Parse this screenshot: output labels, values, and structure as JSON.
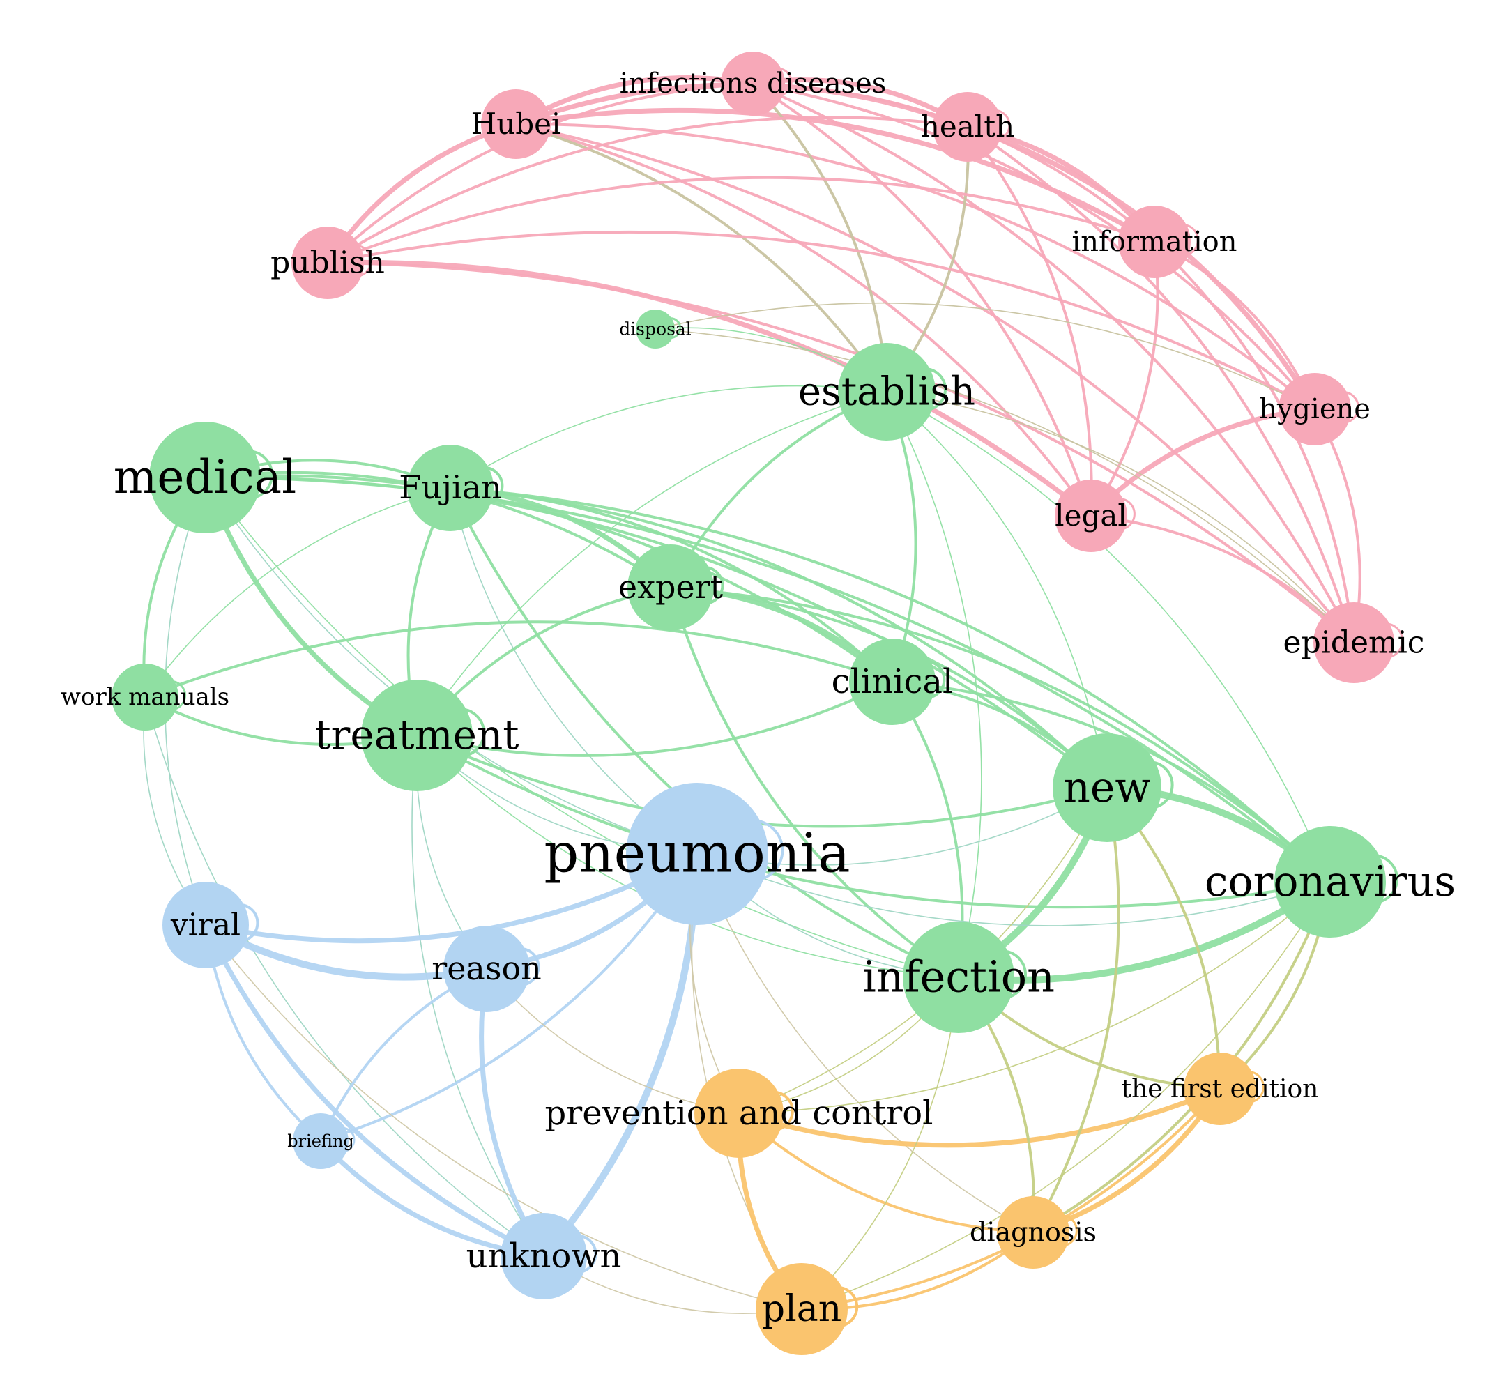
{
  "colors": {
    "pink": "#f7a8b8",
    "green": "#8fdfa2",
    "blue": "#b2d4f2",
    "orange": "#fac46e",
    "pink_green": "#c8c3a0",
    "green_blue": "#9fd6c4",
    "green_orange": "#c4cf84",
    "blue_orange": "#d0c8a8"
  },
  "nodes": [
    {
      "id": "infections-diseases",
      "label": "infections diseases",
      "group": "pink"
    },
    {
      "id": "hubei",
      "label": "Hubei",
      "group": "pink"
    },
    {
      "id": "health",
      "label": "health",
      "group": "pink"
    },
    {
      "id": "publish",
      "label": "publish",
      "group": "pink"
    },
    {
      "id": "information",
      "label": "information",
      "group": "pink"
    },
    {
      "id": "hygiene",
      "label": "hygiene",
      "group": "pink"
    },
    {
      "id": "legal",
      "label": "legal",
      "group": "pink"
    },
    {
      "id": "epidemic",
      "label": "epidemic",
      "group": "pink"
    },
    {
      "id": "disposal",
      "label": "disposal",
      "group": "green"
    },
    {
      "id": "establish",
      "label": "establish",
      "group": "green"
    },
    {
      "id": "medical",
      "label": "medical",
      "group": "green"
    },
    {
      "id": "fujian",
      "label": "Fujian",
      "group": "green"
    },
    {
      "id": "expert",
      "label": "expert",
      "group": "green"
    },
    {
      "id": "clinical",
      "label": "clinical",
      "group": "green"
    },
    {
      "id": "work-manuals",
      "label": "work manuals",
      "group": "green"
    },
    {
      "id": "treatment",
      "label": "treatment",
      "group": "green"
    },
    {
      "id": "new",
      "label": "new",
      "group": "green"
    },
    {
      "id": "coronavirus",
      "label": "coronavirus",
      "group": "green"
    },
    {
      "id": "infection",
      "label": "infection",
      "group": "green"
    },
    {
      "id": "pneumonia",
      "label": "pneumonia",
      "group": "blue"
    },
    {
      "id": "viral",
      "label": "viral",
      "group": "blue"
    },
    {
      "id": "reason",
      "label": "reason",
      "group": "blue"
    },
    {
      "id": "briefing",
      "label": "briefing",
      "group": "blue"
    },
    {
      "id": "unknown",
      "label": "unknown",
      "group": "blue"
    },
    {
      "id": "prevention-and-control",
      "label": "prevention and control",
      "group": "orange"
    },
    {
      "id": "the-first-edition",
      "label": "the first edition",
      "group": "orange"
    },
    {
      "id": "diagnosis",
      "label": "diagnosis",
      "group": "orange"
    },
    {
      "id": "plan",
      "label": "plan",
      "group": "orange"
    }
  ],
  "edges": [
    [
      "hubei",
      "infections-diseases",
      3
    ],
    [
      "hubei",
      "health",
      3
    ],
    [
      "hubei",
      "information",
      3
    ],
    [
      "hubei",
      "publish",
      3
    ],
    [
      "hubei",
      "hygiene",
      2
    ],
    [
      "hubei",
      "legal",
      2
    ],
    [
      "hubei",
      "epidemic",
      2
    ],
    [
      "hubei",
      "establish",
      2
    ],
    [
      "infections-diseases",
      "health",
      3
    ],
    [
      "infections-diseases",
      "information",
      2
    ],
    [
      "infections-diseases",
      "hygiene",
      2
    ],
    [
      "infections-diseases",
      "legal",
      2
    ],
    [
      "infections-diseases",
      "epidemic",
      2
    ],
    [
      "infections-diseases",
      "publish",
      2
    ],
    [
      "infections-diseases",
      "establish",
      2
    ],
    [
      "health",
      "information",
      3
    ],
    [
      "health",
      "hygiene",
      3
    ],
    [
      "health",
      "legal",
      2
    ],
    [
      "health",
      "epidemic",
      2
    ],
    [
      "health",
      "publish",
      2
    ],
    [
      "health",
      "establish",
      2
    ],
    [
      "publish",
      "information",
      2
    ],
    [
      "publish",
      "hygiene",
      2
    ],
    [
      "publish",
      "legal",
      3
    ],
    [
      "publish",
      "epidemic",
      2
    ],
    [
      "information",
      "hygiene",
      2
    ],
    [
      "information",
      "legal",
      2
    ],
    [
      "information",
      "epidemic",
      2
    ],
    [
      "hygiene",
      "legal",
      3
    ],
    [
      "hygiene",
      "epidemic",
      2
    ],
    [
      "legal",
      "epidemic",
      2
    ],
    [
      "disposal",
      "hygiene",
      1
    ],
    [
      "disposal",
      "epidemic",
      1
    ],
    [
      "establish",
      "epidemic",
      1
    ],
    [
      "establish",
      "expert",
      2
    ],
    [
      "establish",
      "treatment",
      1
    ],
    [
      "establish",
      "clinical",
      2
    ],
    [
      "establish",
      "infection",
      1
    ],
    [
      "establish",
      "new",
      1
    ],
    [
      "establish",
      "fujian",
      1
    ],
    [
      "establish",
      "coronavirus",
      1
    ],
    [
      "establish",
      "disposal",
      1
    ],
    [
      "medical",
      "treatment",
      3
    ],
    [
      "medical",
      "fujian",
      2
    ],
    [
      "medical",
      "expert",
      2
    ],
    [
      "medical",
      "clinical",
      2
    ],
    [
      "medical",
      "work-manuals",
      2
    ],
    [
      "medical",
      "new",
      2
    ],
    [
      "medical",
      "coronavirus",
      2
    ],
    [
      "medical",
      "infection",
      1
    ],
    [
      "medical",
      "pneumonia",
      1
    ],
    [
      "medical",
      "viral",
      1
    ],
    [
      "fujian",
      "expert",
      3
    ],
    [
      "fujian",
      "clinical",
      2
    ],
    [
      "fujian",
      "treatment",
      2
    ],
    [
      "fujian",
      "new",
      2
    ],
    [
      "fujian",
      "coronavirus",
      2
    ],
    [
      "fujian",
      "infection",
      2
    ],
    [
      "fujian",
      "pneumonia",
      1
    ],
    [
      "fujian",
      "work-manuals",
      1
    ],
    [
      "expert",
      "clinical",
      3
    ],
    [
      "expert",
      "treatment",
      2
    ],
    [
      "expert",
      "infection",
      2
    ],
    [
      "expert",
      "new",
      2
    ],
    [
      "expert",
      "coronavirus",
      2
    ],
    [
      "clinical",
      "treatment",
      2
    ],
    [
      "clinical",
      "new",
      2
    ],
    [
      "clinical",
      "coronavirus",
      2
    ],
    [
      "clinical",
      "infection",
      2
    ],
    [
      "work-manuals",
      "treatment",
      2
    ],
    [
      "work-manuals",
      "clinical",
      2
    ],
    [
      "work-manuals",
      "viral",
      1
    ],
    [
      "work-manuals",
      "unknown",
      1
    ],
    [
      "treatment",
      "new",
      2
    ],
    [
      "treatment",
      "coronavirus",
      2
    ],
    [
      "treatment",
      "infection",
      1
    ],
    [
      "treatment",
      "pneumonia",
      1
    ],
    [
      "treatment",
      "unknown",
      1
    ],
    [
      "treatment",
      "reason",
      1
    ],
    [
      "new",
      "coronavirus",
      4
    ],
    [
      "new",
      "infection",
      4
    ],
    [
      "coronavirus",
      "infection",
      4
    ],
    [
      "pneumonia",
      "viral",
      3
    ],
    [
      "pneumonia",
      "reason",
      3
    ],
    [
      "pneumonia",
      "unknown",
      4
    ],
    [
      "pneumonia",
      "briefing",
      2
    ],
    [
      "pneumonia",
      "infection",
      1
    ],
    [
      "pneumonia",
      "coronavirus",
      1
    ],
    [
      "pneumonia",
      "new",
      1
    ],
    [
      "pneumonia",
      "prevention-and-control",
      1
    ],
    [
      "pneumonia",
      "plan",
      1
    ],
    [
      "pneumonia",
      "diagnosis",
      1
    ],
    [
      "viral",
      "reason",
      4
    ],
    [
      "viral",
      "unknown",
      3
    ],
    [
      "viral",
      "briefing",
      2
    ],
    [
      "viral",
      "plan",
      1
    ],
    [
      "reason",
      "unknown",
      3
    ],
    [
      "reason",
      "briefing",
      2
    ],
    [
      "briefing",
      "unknown",
      3
    ],
    [
      "reason",
      "prevention-and-control",
      1
    ],
    [
      "prevention-and-control",
      "plan",
      3
    ],
    [
      "prevention-and-control",
      "diagnosis",
      2
    ],
    [
      "prevention-and-control",
      "the-first-edition",
      3
    ],
    [
      "the-first-edition",
      "plan",
      2
    ],
    [
      "the-first-edition",
      "diagnosis",
      3
    ],
    [
      "diagnosis",
      "plan",
      2
    ],
    [
      "unknown",
      "plan",
      1
    ],
    [
      "infection",
      "prevention-and-control",
      1
    ],
    [
      "infection",
      "diagnosis",
      2
    ],
    [
      "infection",
      "plan",
      1
    ],
    [
      "infection",
      "the-first-edition",
      2
    ],
    [
      "new",
      "diagnosis",
      2
    ],
    [
      "new",
      "prevention-and-control",
      1
    ],
    [
      "new",
      "the-first-edition",
      2
    ],
    [
      "coronavirus",
      "diagnosis",
      2
    ],
    [
      "coronavirus",
      "the-first-edition",
      2
    ],
    [
      "coronavirus",
      "prevention-and-control",
      1
    ],
    [
      "coronavirus",
      "plan",
      1
    ]
  ]
}
